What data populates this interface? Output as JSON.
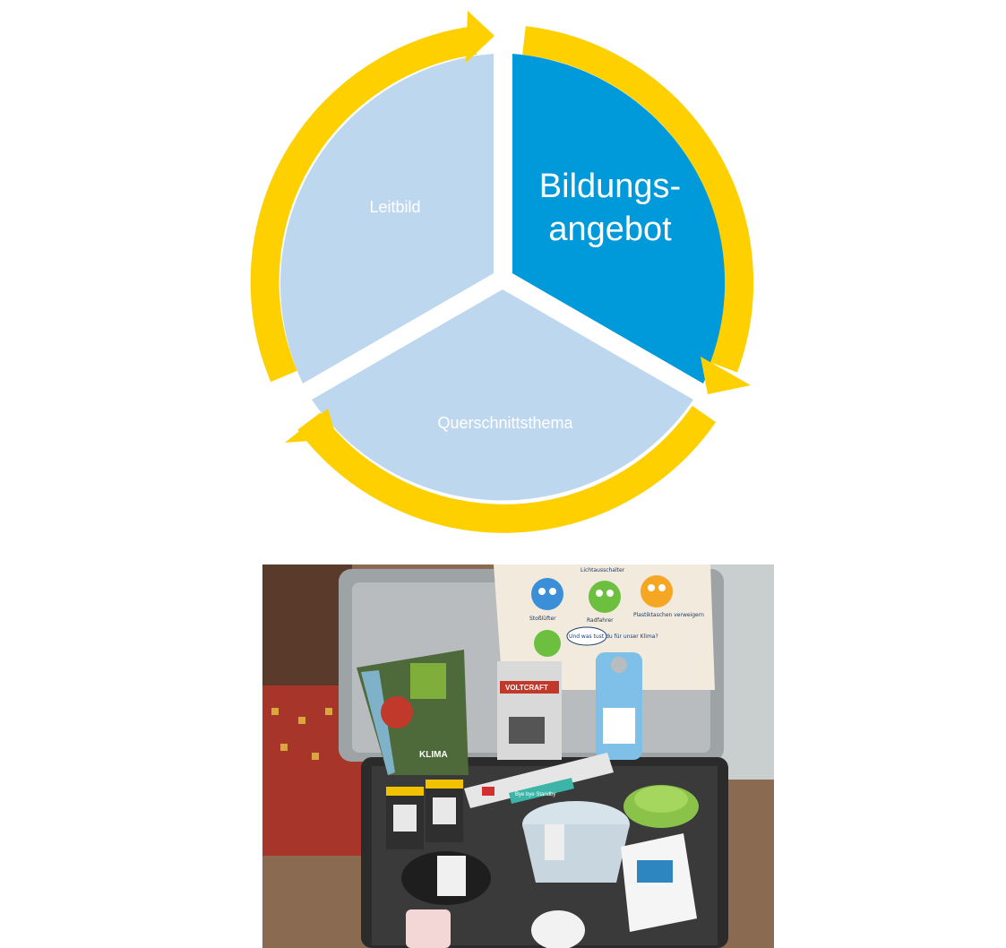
{
  "diagram": {
    "segments": [
      {
        "id": "leitbild",
        "label": "Leitbild",
        "color": "#bdd7ee"
      },
      {
        "id": "bildungsangebot",
        "label_line1": "Bildungs-",
        "label_line2": "angebot",
        "color": "#0099d9"
      },
      {
        "id": "querschnittsthema",
        "label": "Querschnittsthema",
        "color": "#bdd7ee"
      }
    ],
    "arrow_color": "#ffcc00"
  },
  "photo": {
    "book_title": "KLIMA",
    "box_brand": "VOLTCRAFT",
    "bag_labels": [
      "Lichtausschalter",
      "Stoßlüfter",
      "Radfahrer",
      "Plastiktaschen verweigern"
    ],
    "speech_bubble": "Und was tust du für unser Klima?",
    "strip_label": "Bye bye Standby"
  }
}
